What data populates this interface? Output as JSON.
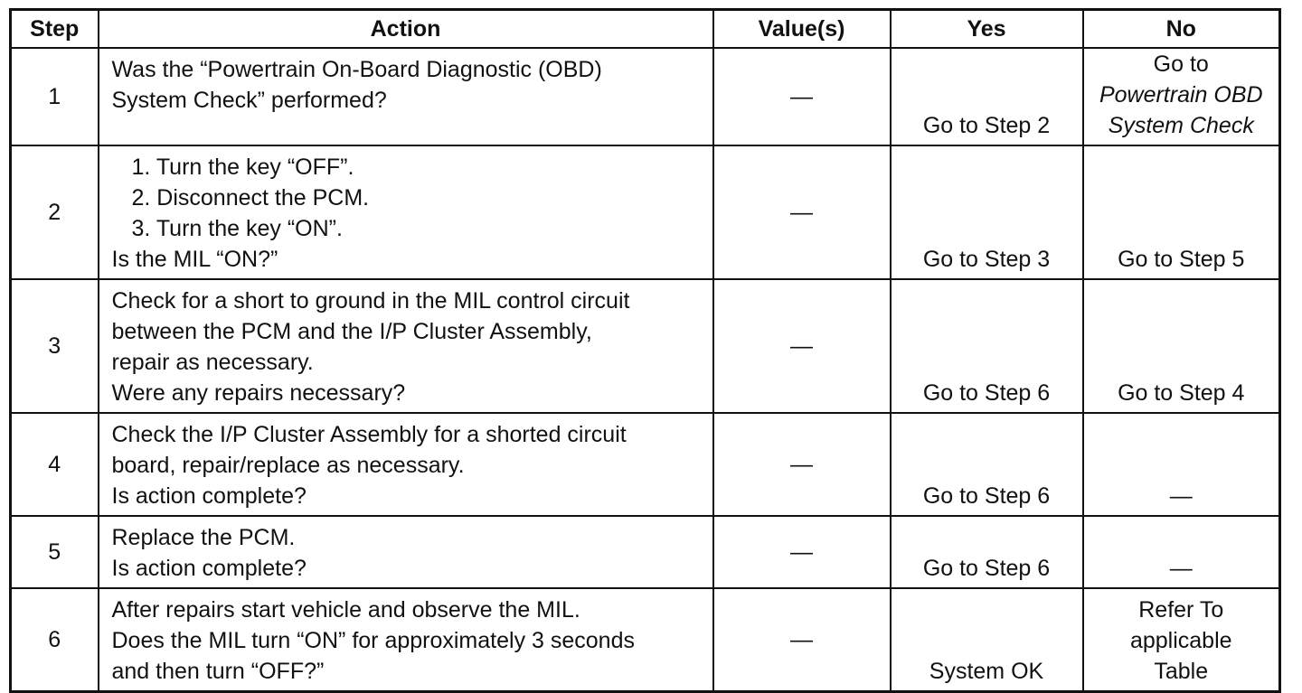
{
  "headers": {
    "step": "Step",
    "action": "Action",
    "values": "Value(s)",
    "yes": "Yes",
    "no": "No"
  },
  "rows": [
    {
      "step": "1",
      "action": [
        "Was the “Powertrain On-Board Diagnostic (OBD)",
        "System Check” performed?"
      ],
      "value": "—",
      "yes": "Go to Step 2",
      "no": [
        "Go to",
        "Powertrain OBD",
        "System Check"
      ]
    },
    {
      "step": "2",
      "action": [
        "1. Turn the key “OFF”.",
        "2. Disconnect the PCM.",
        "3. Turn the key “ON”.",
        "Is the MIL “ON?”"
      ],
      "value": "—",
      "yes": "Go to Step 3",
      "no": "Go to Step 5"
    },
    {
      "step": "3",
      "action": [
        "Check for a short to ground in the MIL control circuit",
        "between the PCM and the I/P Cluster Assembly,",
        "repair as necessary.",
        "Were any repairs necessary?"
      ],
      "value": "—",
      "yes": "Go to Step 6",
      "no": "Go to Step 4"
    },
    {
      "step": "4",
      "action": [
        "Check the I/P Cluster Assembly for a shorted circuit",
        "board, repair/replace as necessary.",
        "Is action complete?"
      ],
      "value": "—",
      "yes": "Go to Step 6",
      "no": "—"
    },
    {
      "step": "5",
      "action": [
        "Replace the PCM.",
        "Is action complete?"
      ],
      "value": "—",
      "yes": "Go to Step 6",
      "no": "—"
    },
    {
      "step": "6",
      "action": [
        "After repairs start vehicle and observe the MIL.",
        "Does the MIL turn “ON” for approximately 3 seconds",
        "and then turn “OFF?”"
      ],
      "value": "—",
      "yes": "System OK",
      "no": [
        "Refer To",
        "applicable",
        "Table"
      ]
    }
  ]
}
